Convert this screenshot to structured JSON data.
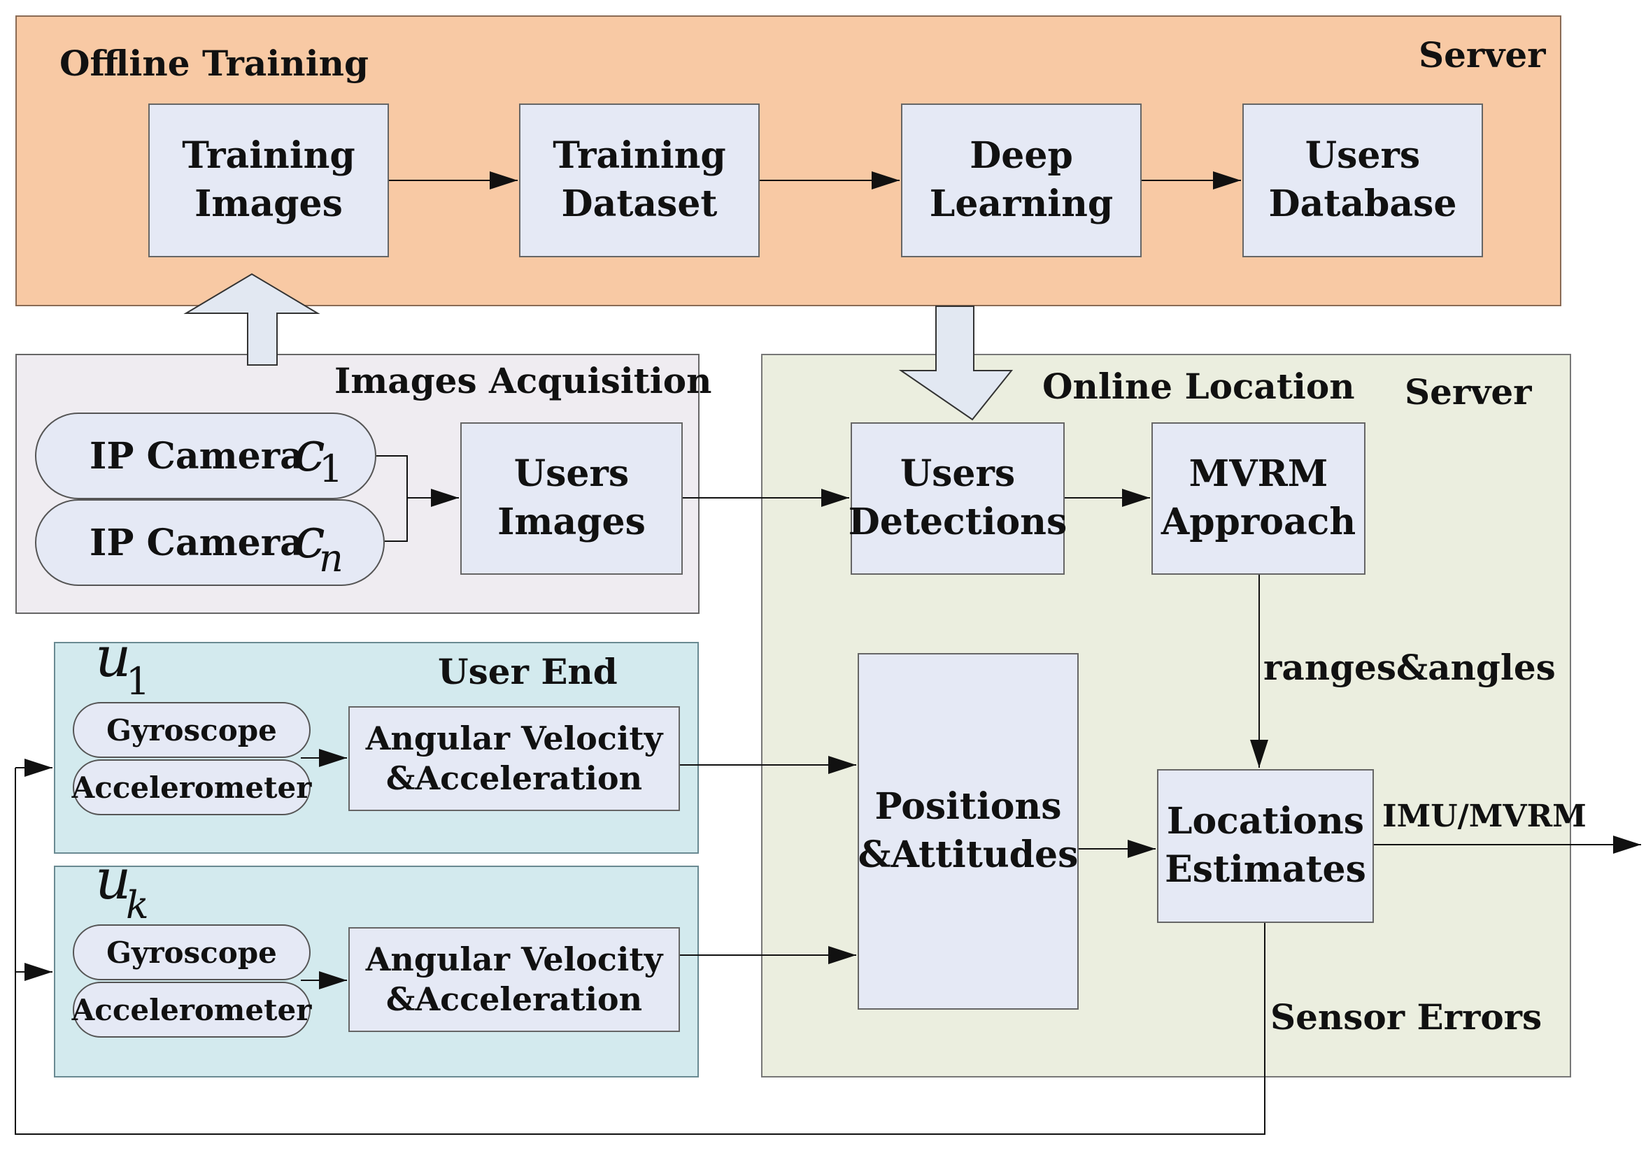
{
  "offline": {
    "title": "Offline Training",
    "server": "Server"
  },
  "online": {
    "title": "Online Location",
    "server": "Server"
  },
  "acquisition": {
    "title": "Images Acquisition"
  },
  "user_end": {
    "title": "User End"
  },
  "boxes": {
    "training_images": "Training\nImages",
    "training_dataset": "Training\nDataset",
    "deep_learning": "Deep\nLearning",
    "users_database": "Users\nDatabase",
    "users_images": "Users\nImages",
    "users_detections": "Users\nDetections",
    "mvrm_approach": "MVRM\nApproach",
    "positions_attitudes": "Positions\n&Attitudes",
    "locations_estimates": "Locations\nEstimates",
    "angular_1": "Angular Velocity\n&Acceleration",
    "angular_k": "Angular Velocity\n&Acceleration"
  },
  "cameras": {
    "cam1_label": "IP Camera",
    "cam1_symbol": "c",
    "cam1_sub": "1",
    "camn_label": "IP Camera",
    "camn_symbol": "c",
    "camn_sub": "n"
  },
  "sensors": {
    "gyro": "Gyroscope",
    "accel": "Accelerometer"
  },
  "users": {
    "u1_symbol": "u",
    "u1_sub": "1",
    "uk_symbol": "u",
    "uk_sub": "k"
  },
  "edge_labels": {
    "ranges_angles": "ranges&angles",
    "imu_mvrm": "IMU/MVRM",
    "sensor_errors": "Sensor Errors"
  }
}
